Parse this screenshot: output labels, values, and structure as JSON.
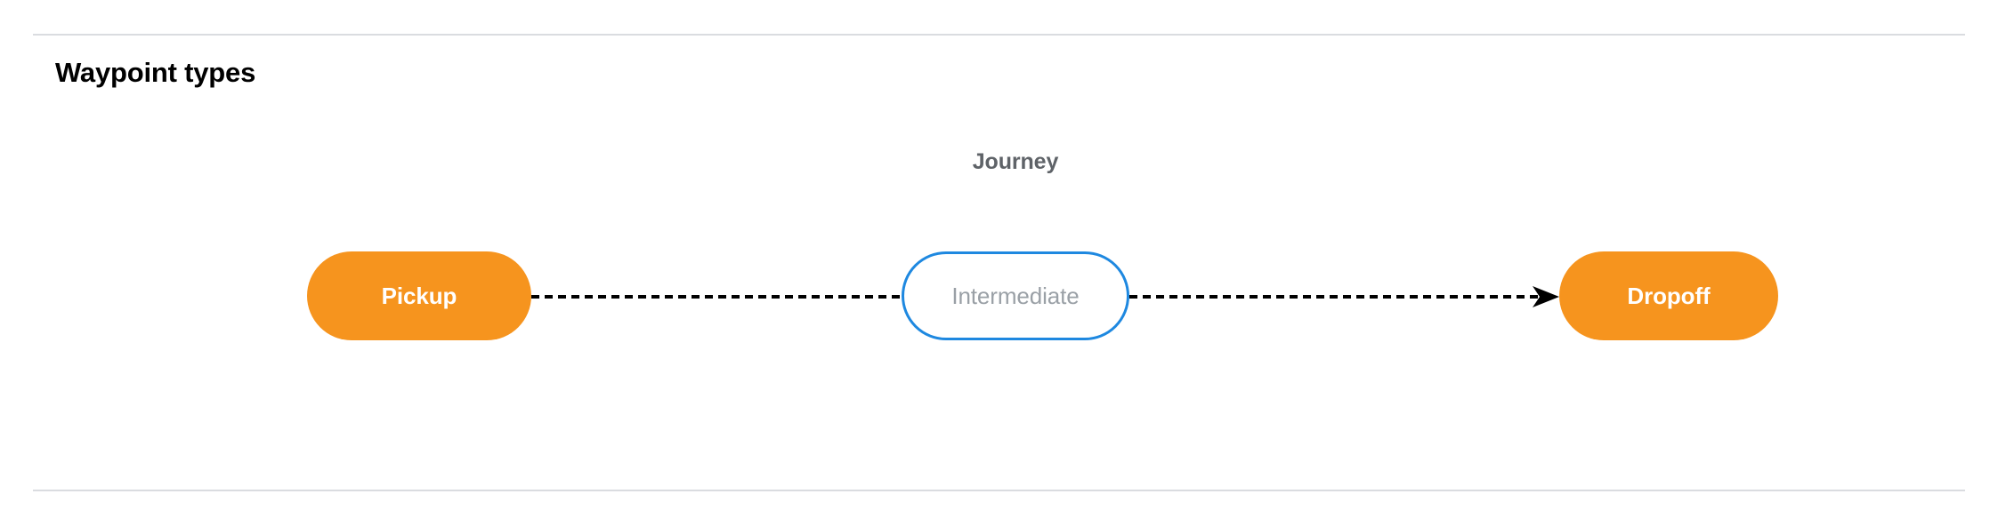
{
  "section": {
    "title": "Waypoint types"
  },
  "diagram": {
    "group_label": "Journey",
    "nodes": [
      {
        "id": "pickup",
        "label": "Pickup",
        "kind": "terminal",
        "fill": "#f6941e",
        "text_color": "#ffffff"
      },
      {
        "id": "intermediate",
        "label": "Intermediate",
        "kind": "intermediate",
        "fill": "#ffffff",
        "border_color": "#1e88e0",
        "text_color": "#9aa0a6"
      },
      {
        "id": "dropoff",
        "label": "Dropoff",
        "kind": "terminal",
        "fill": "#f6941e",
        "text_color": "#ffffff"
      }
    ],
    "edges": [
      {
        "from": "pickup",
        "to": "intermediate",
        "style": "dashed",
        "arrowhead": false,
        "color": "#000000"
      },
      {
        "from": "intermediate",
        "to": "dropoff",
        "style": "dashed",
        "arrowhead": true,
        "color": "#000000"
      }
    ]
  },
  "colors": {
    "divider": "#dadce0",
    "accent_orange": "#f6941e",
    "accent_blue": "#1e88e0",
    "muted_text": "#5f6368",
    "placeholder_text": "#9aa0a6",
    "background": "#ffffff"
  }
}
